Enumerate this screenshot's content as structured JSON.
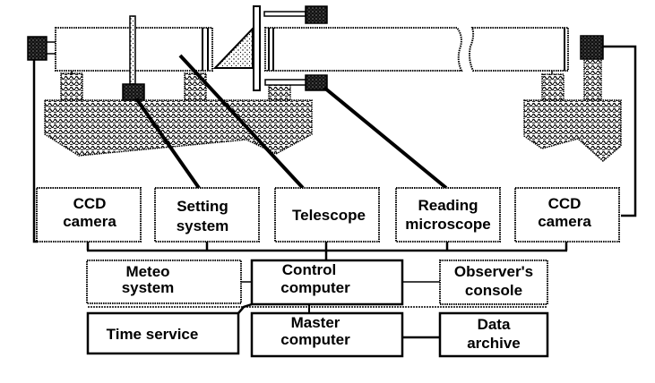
{
  "diagram": {
    "colors": {
      "ink": "#000000",
      "paper": "#ffffff",
      "pier_fill": "#8a8a8a",
      "camera_fill": "#1a1a1a"
    },
    "instrument": {
      "left_camera": "ccd-camera-left",
      "right_camera": "ccd-camera-right",
      "setting_encoder": "setting-system-unit",
      "reading_microscope": "reading-microscope-unit",
      "telescope_tube": "telescope-tube",
      "collimator_tube": "collimator-tube"
    },
    "devices": [
      {
        "id": "ccd-camera-1",
        "lines": [
          "CCD",
          "camera"
        ]
      },
      {
        "id": "setting-system",
        "lines": [
          "Setting",
          "system"
        ]
      },
      {
        "id": "telescope",
        "lines": [
          "Telescope"
        ]
      },
      {
        "id": "reading-microscope",
        "lines": [
          "Reading",
          "microscope"
        ]
      },
      {
        "id": "ccd-camera-2",
        "lines": [
          "CCD",
          "camera"
        ]
      }
    ],
    "computers": [
      {
        "id": "meteo-system",
        "lines": [
          "Meteo",
          "system"
        ]
      },
      {
        "id": "control-computer",
        "lines": [
          "Control",
          "computer"
        ]
      },
      {
        "id": "observers-console",
        "lines": [
          "Observer's",
          "console"
        ]
      },
      {
        "id": "time-service",
        "lines": [
          "Time service"
        ]
      },
      {
        "id": "master-computer",
        "lines": [
          "Master",
          "computer"
        ]
      },
      {
        "id": "data-archive",
        "lines": [
          "Data",
          "archive"
        ]
      }
    ]
  },
  "labels": {
    "ccd1_l1": "CCD",
    "ccd1_l2": "camera",
    "set_l1": "Setting",
    "set_l2": "system",
    "tel_l1": "Telescope",
    "read_l1": "Reading",
    "read_l2": "microscope",
    "ccd2_l1": "CCD",
    "ccd2_l2": "camera",
    "meteo_l1": "Meteo",
    "meteo_l2": "system",
    "ctrl_l1": "Control",
    "ctrl_l2": "computer",
    "obs_l1": "Observer's",
    "obs_l2": "console",
    "time_l1": "Time service",
    "master_l1": "Master",
    "master_l2": "computer",
    "data_l1": "Data",
    "data_l2": "archive"
  }
}
